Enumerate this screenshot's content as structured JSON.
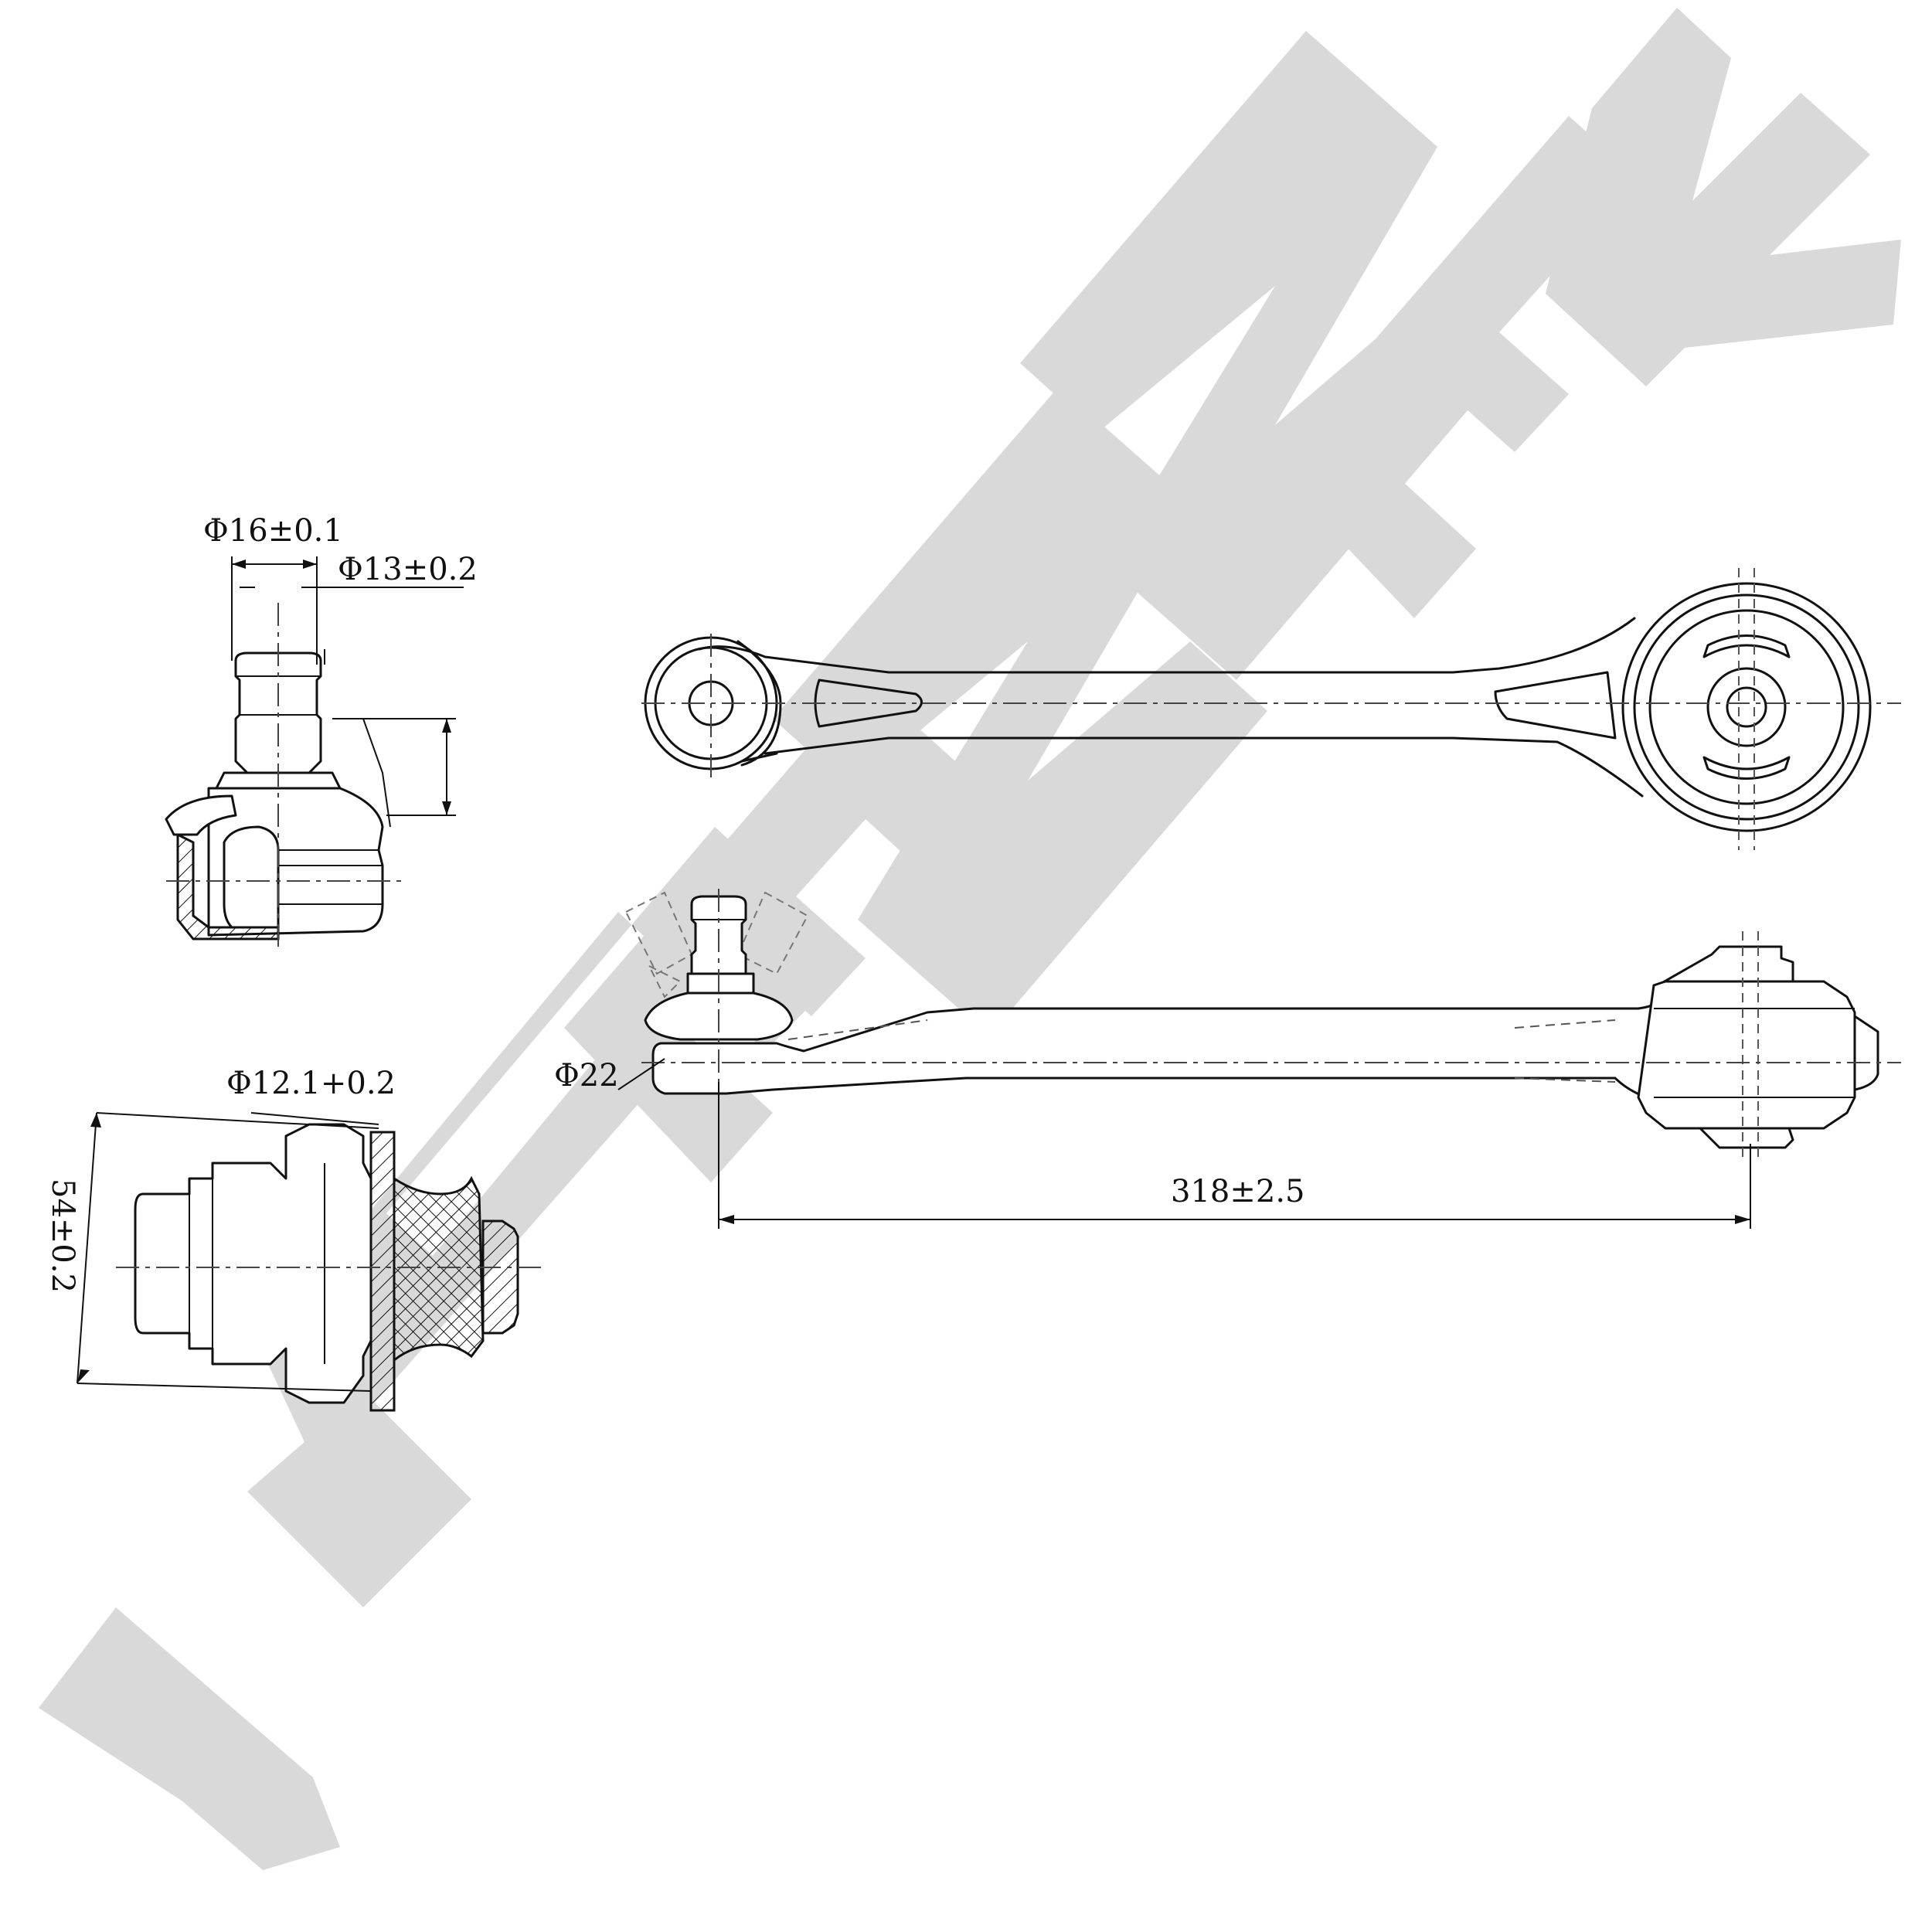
{
  "watermark": {
    "text": "ZENNEK",
    "color": "#d9d9d9"
  },
  "dimensions": {
    "ball_stud_dia_outer": "Φ16±0.1",
    "ball_stud_dia_inner": "Φ13±0.2",
    "bushing_dia": "Φ12.1+0.2",
    "bushing_height": "54±0.2",
    "ball_joint_dia": "Φ22",
    "arm_length": "318±2.5"
  },
  "colors": {
    "line": "#111111",
    "background": "#ffffff"
  }
}
